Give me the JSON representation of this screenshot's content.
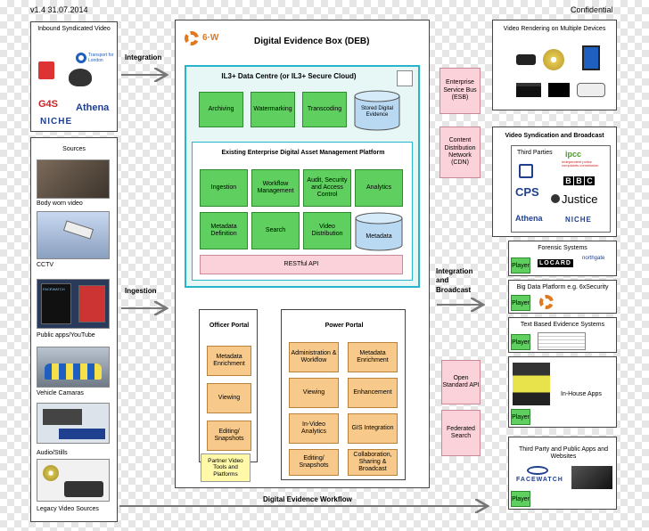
{
  "header": {
    "version": "v1.4 31.07.2014",
    "confidential": "Confidential"
  },
  "inbound": {
    "title": "Inbound Syndicated Video",
    "tfl": "Transport for London",
    "g4s": "G4S",
    "athena": "Athena",
    "niche": "NICHE"
  },
  "sources": {
    "title": "Sources",
    "items": [
      "Body worn video",
      "CCTV",
      "Public apps/YouTube",
      "Vehicle Camaras",
      "Audio/Stills",
      "Legacy Video Sources"
    ],
    "facewatch": "FACEWATCH"
  },
  "arrows": {
    "integration": "Integration",
    "ingestion": "Ingestion",
    "integration_broadcast": "Integration and Broadcast",
    "workflow": "Digital Evidence Workflow"
  },
  "deb": {
    "logo": "6·W",
    "title": "Digital Evidence Box (DEB)",
    "datacentre": {
      "title": "IL3+ Data Centre (or IL3+ Secure Cloud)",
      "boxes": [
        "Archiving",
        "Watermarking",
        "Transcoding"
      ],
      "store": "Stored Digital Evidence"
    },
    "platform": {
      "title": "Existing Enterprise Digital Asset Management Platform",
      "row1": [
        "Ingestion",
        "Workflow Management",
        "Audit, Security and Access Control",
        "Analytics"
      ],
      "row2": [
        "Metadata Definition",
        "Search",
        "Video Distribution"
      ],
      "metadata_store": "Metadata",
      "api": "RESTful API"
    },
    "officer_portal": {
      "title": "Officer Portal",
      "items": [
        "Metadata Enrichment",
        "Viewing",
        "Editing/ Snapshots"
      ]
    },
    "partner": "Partner Video Tools and Platforms",
    "power_portal": {
      "title": "Power Portal",
      "items": [
        "Administration & Workflow",
        "Metadata Enrichment",
        "Viewing",
        "Enhancement",
        "In-Video Analytics",
        "GIS Integration",
        "Editing/ Snapshots",
        "Collaboration, Sharing & Broadcast"
      ]
    }
  },
  "middle": {
    "esb": "Enterprise Service Bus (ESB)",
    "cdn": "Content Distribution Network (CDN)",
    "api": "Open Standard API",
    "search": "Federated Search"
  },
  "right": {
    "rendering": {
      "title": "Video Rendering on Multiple Devices"
    },
    "syndication": {
      "title": "Video Syndication and Broadcast",
      "third_parties": "Third Parties",
      "ipcc": "ipcc",
      "ipcc_sub": "Independent police complaints commission",
      "bbc": [
        "B",
        "B",
        "C"
      ],
      "cps": "CPS",
      "justice": "Justice",
      "athena": "Athena",
      "niche": "NICHE"
    },
    "forensic": {
      "title": "Forensic Systems",
      "player": "Player",
      "locard": "LOCARD",
      "northgate": "northgate"
    },
    "bigdata": {
      "title": "Big Data Platform e.g. 6xSecurity",
      "player": "Player"
    },
    "textbased": {
      "title": "Text Based Evidence Systems",
      "player": "Player"
    },
    "inhouse": {
      "label": "In-House Apps",
      "player": "Player"
    },
    "thirdparty": {
      "title": "Third Party and Public Apps and Websites",
      "player": "Player",
      "facewatch": "FACEWATCH"
    }
  },
  "colors": {
    "green": "#5fcf5f",
    "orange": "#f7c98a",
    "pink": "#fbd2d9",
    "cyan_border": "#27b6c9",
    "blue_link": "#1f5fbf"
  }
}
